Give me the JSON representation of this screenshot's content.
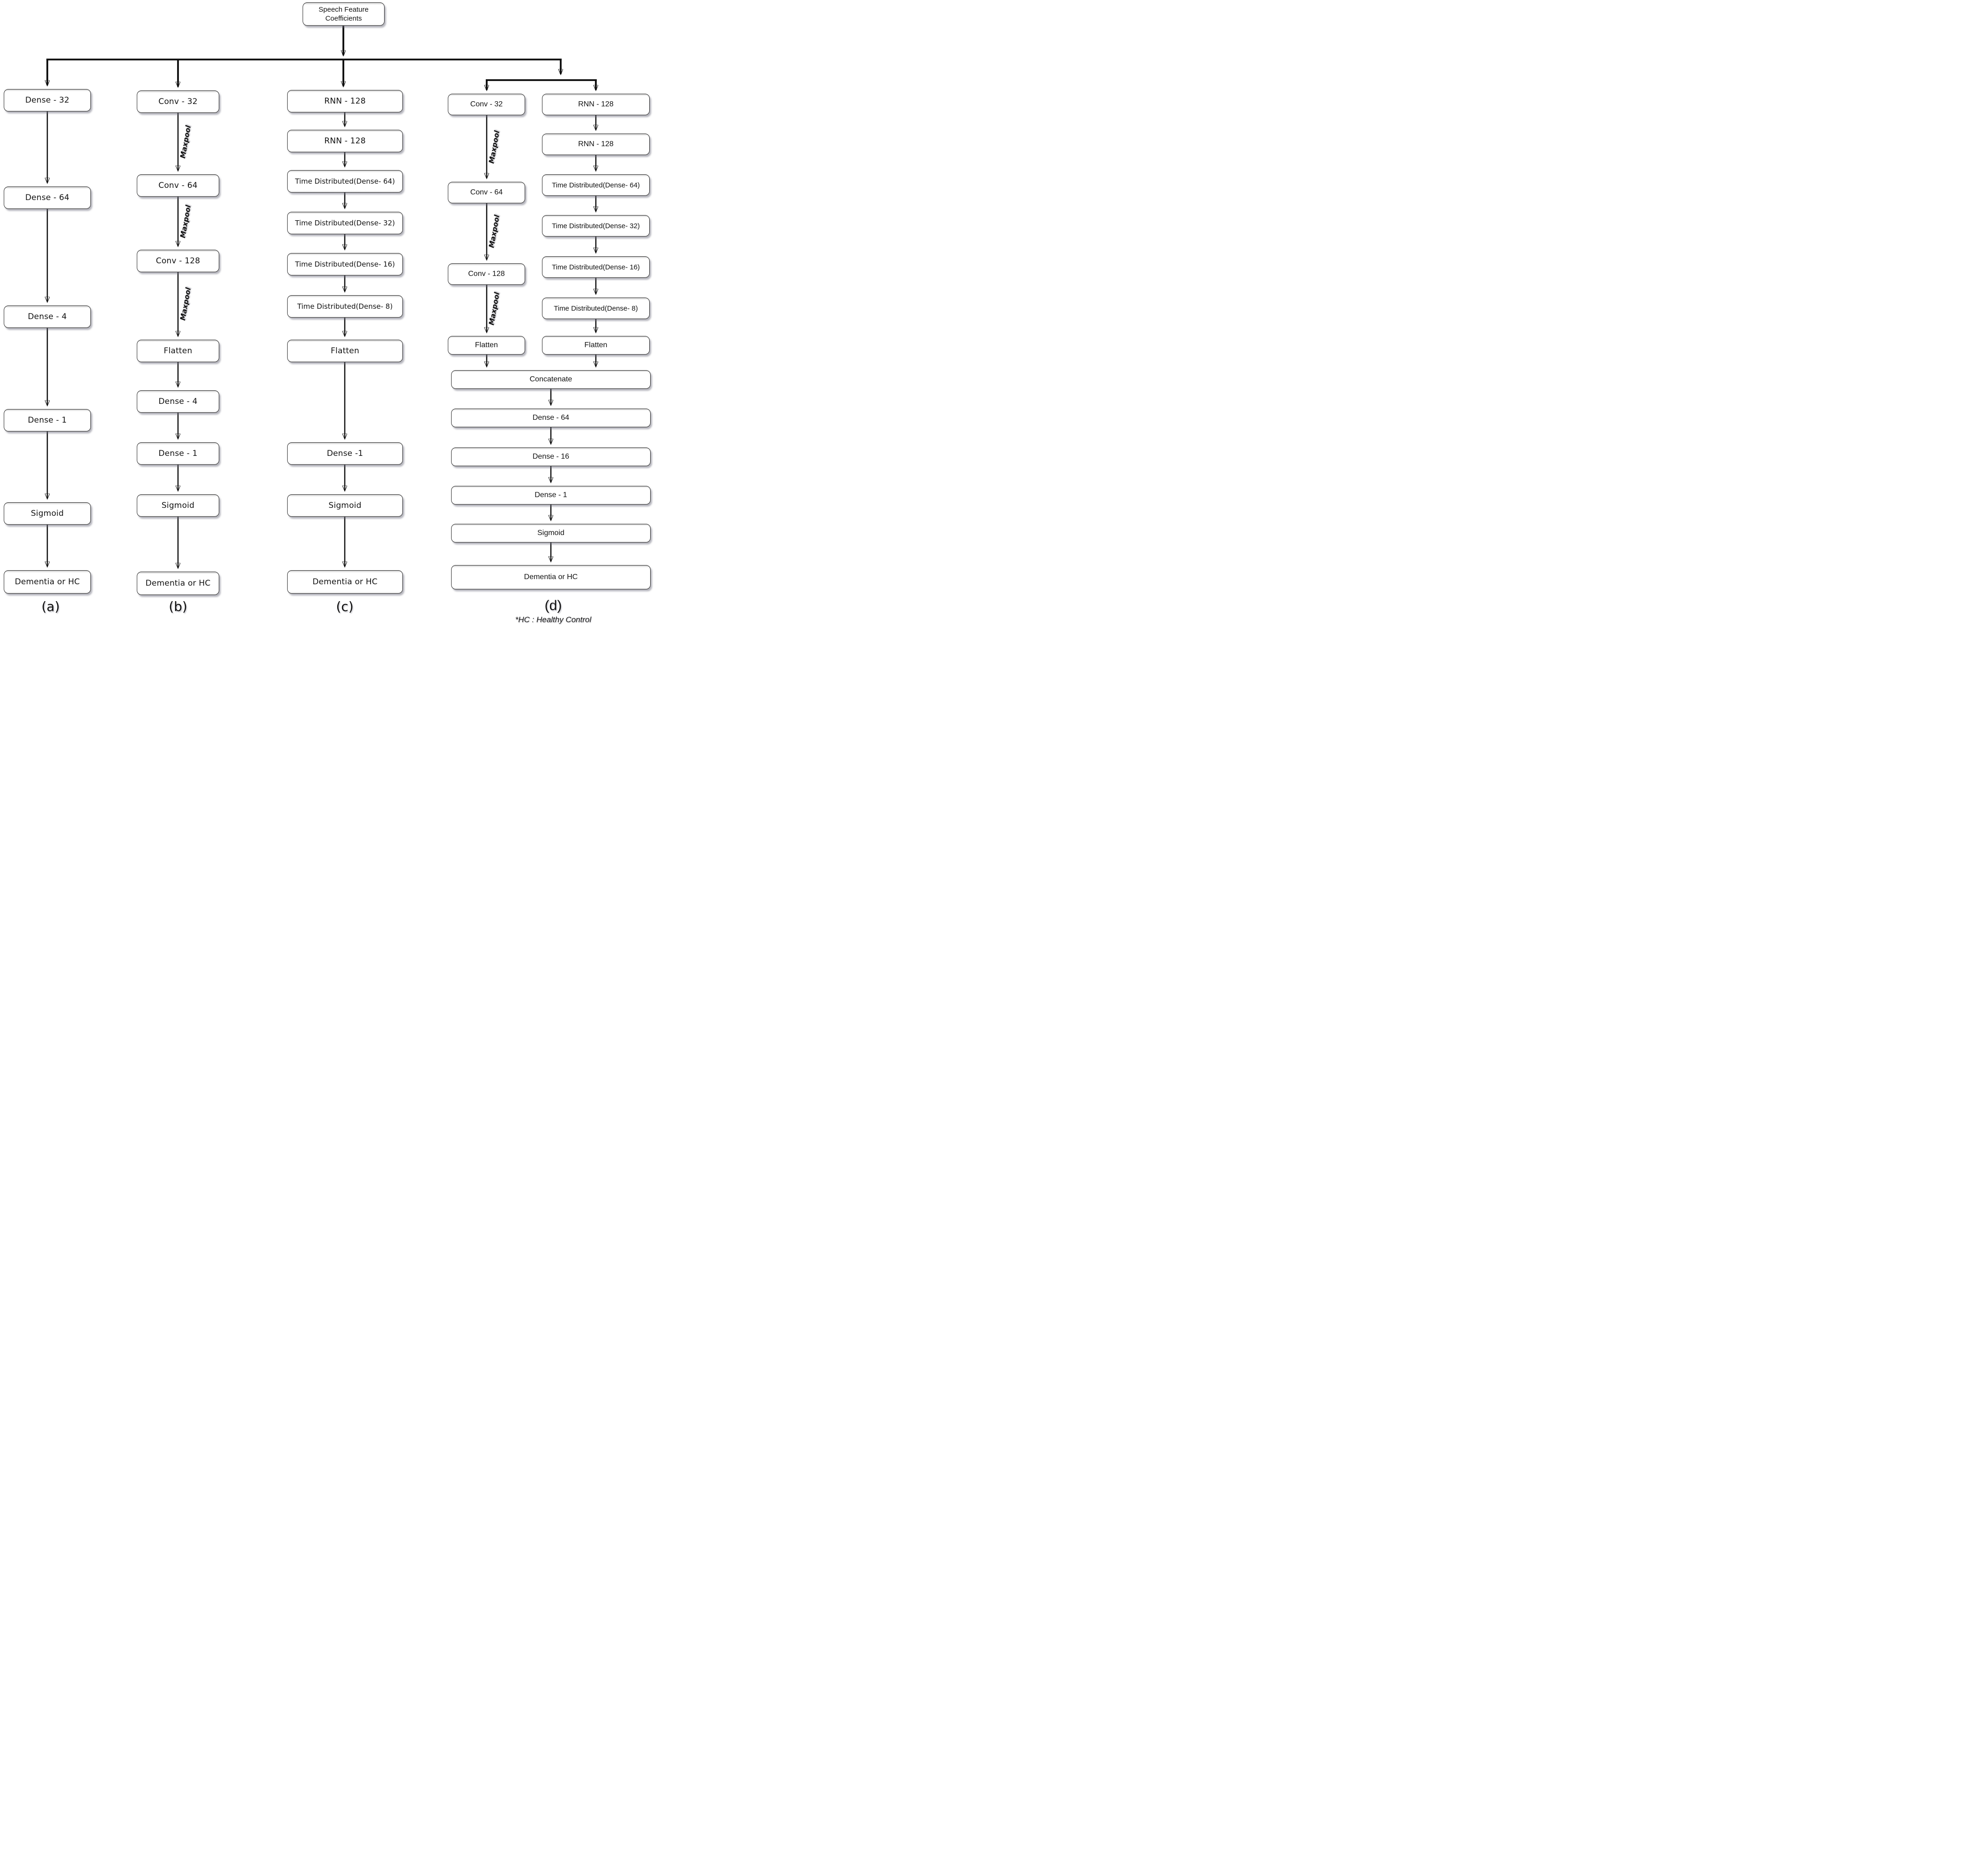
{
  "input": {
    "line1": "Speech Feature",
    "line2": "Coefficients"
  },
  "edge_label": "Maxpool",
  "columns": {
    "a": {
      "label": "(a)",
      "boxes": [
        "Dense - 32",
        "Dense - 64",
        "Dense - 4",
        "Dense - 1",
        "Sigmoid",
        "Dementia or HC"
      ]
    },
    "b": {
      "label": "(b)",
      "boxes": [
        "Conv - 32",
        "Conv - 64",
        "Conv - 128",
        "Flatten",
        "Dense - 4",
        "Dense - 1",
        "Sigmoid",
        "Dementia or HC"
      ]
    },
    "c": {
      "label": "(c)",
      "boxes": [
        "RNN - 128",
        "RNN - 128",
        "Time Distributed(Dense- 64)",
        "Time Distributed(Dense- 32)",
        "Time Distributed(Dense- 16)",
        "Time Distributed(Dense- 8)",
        "Flatten",
        "Dense -1",
        "Sigmoid",
        "Dementia or HC"
      ]
    },
    "d": {
      "label": "(d)",
      "conv_branch": [
        "Conv - 32",
        "Conv - 64",
        "Conv - 128",
        "Flatten"
      ],
      "rnn_branch": [
        "RNN - 128",
        "RNN - 128",
        "Time Distributed(Dense- 64)",
        "Time Distributed(Dense- 32)",
        "Time Distributed(Dense- 16)",
        "Time Distributed(Dense- 8)",
        "Flatten"
      ],
      "merged": [
        "Concatenate",
        "Dense - 64",
        "Dense - 16",
        "Dense - 1",
        "Sigmoid",
        "Dementia or HC"
      ]
    }
  },
  "footnote": "*HC : Healthy Control"
}
